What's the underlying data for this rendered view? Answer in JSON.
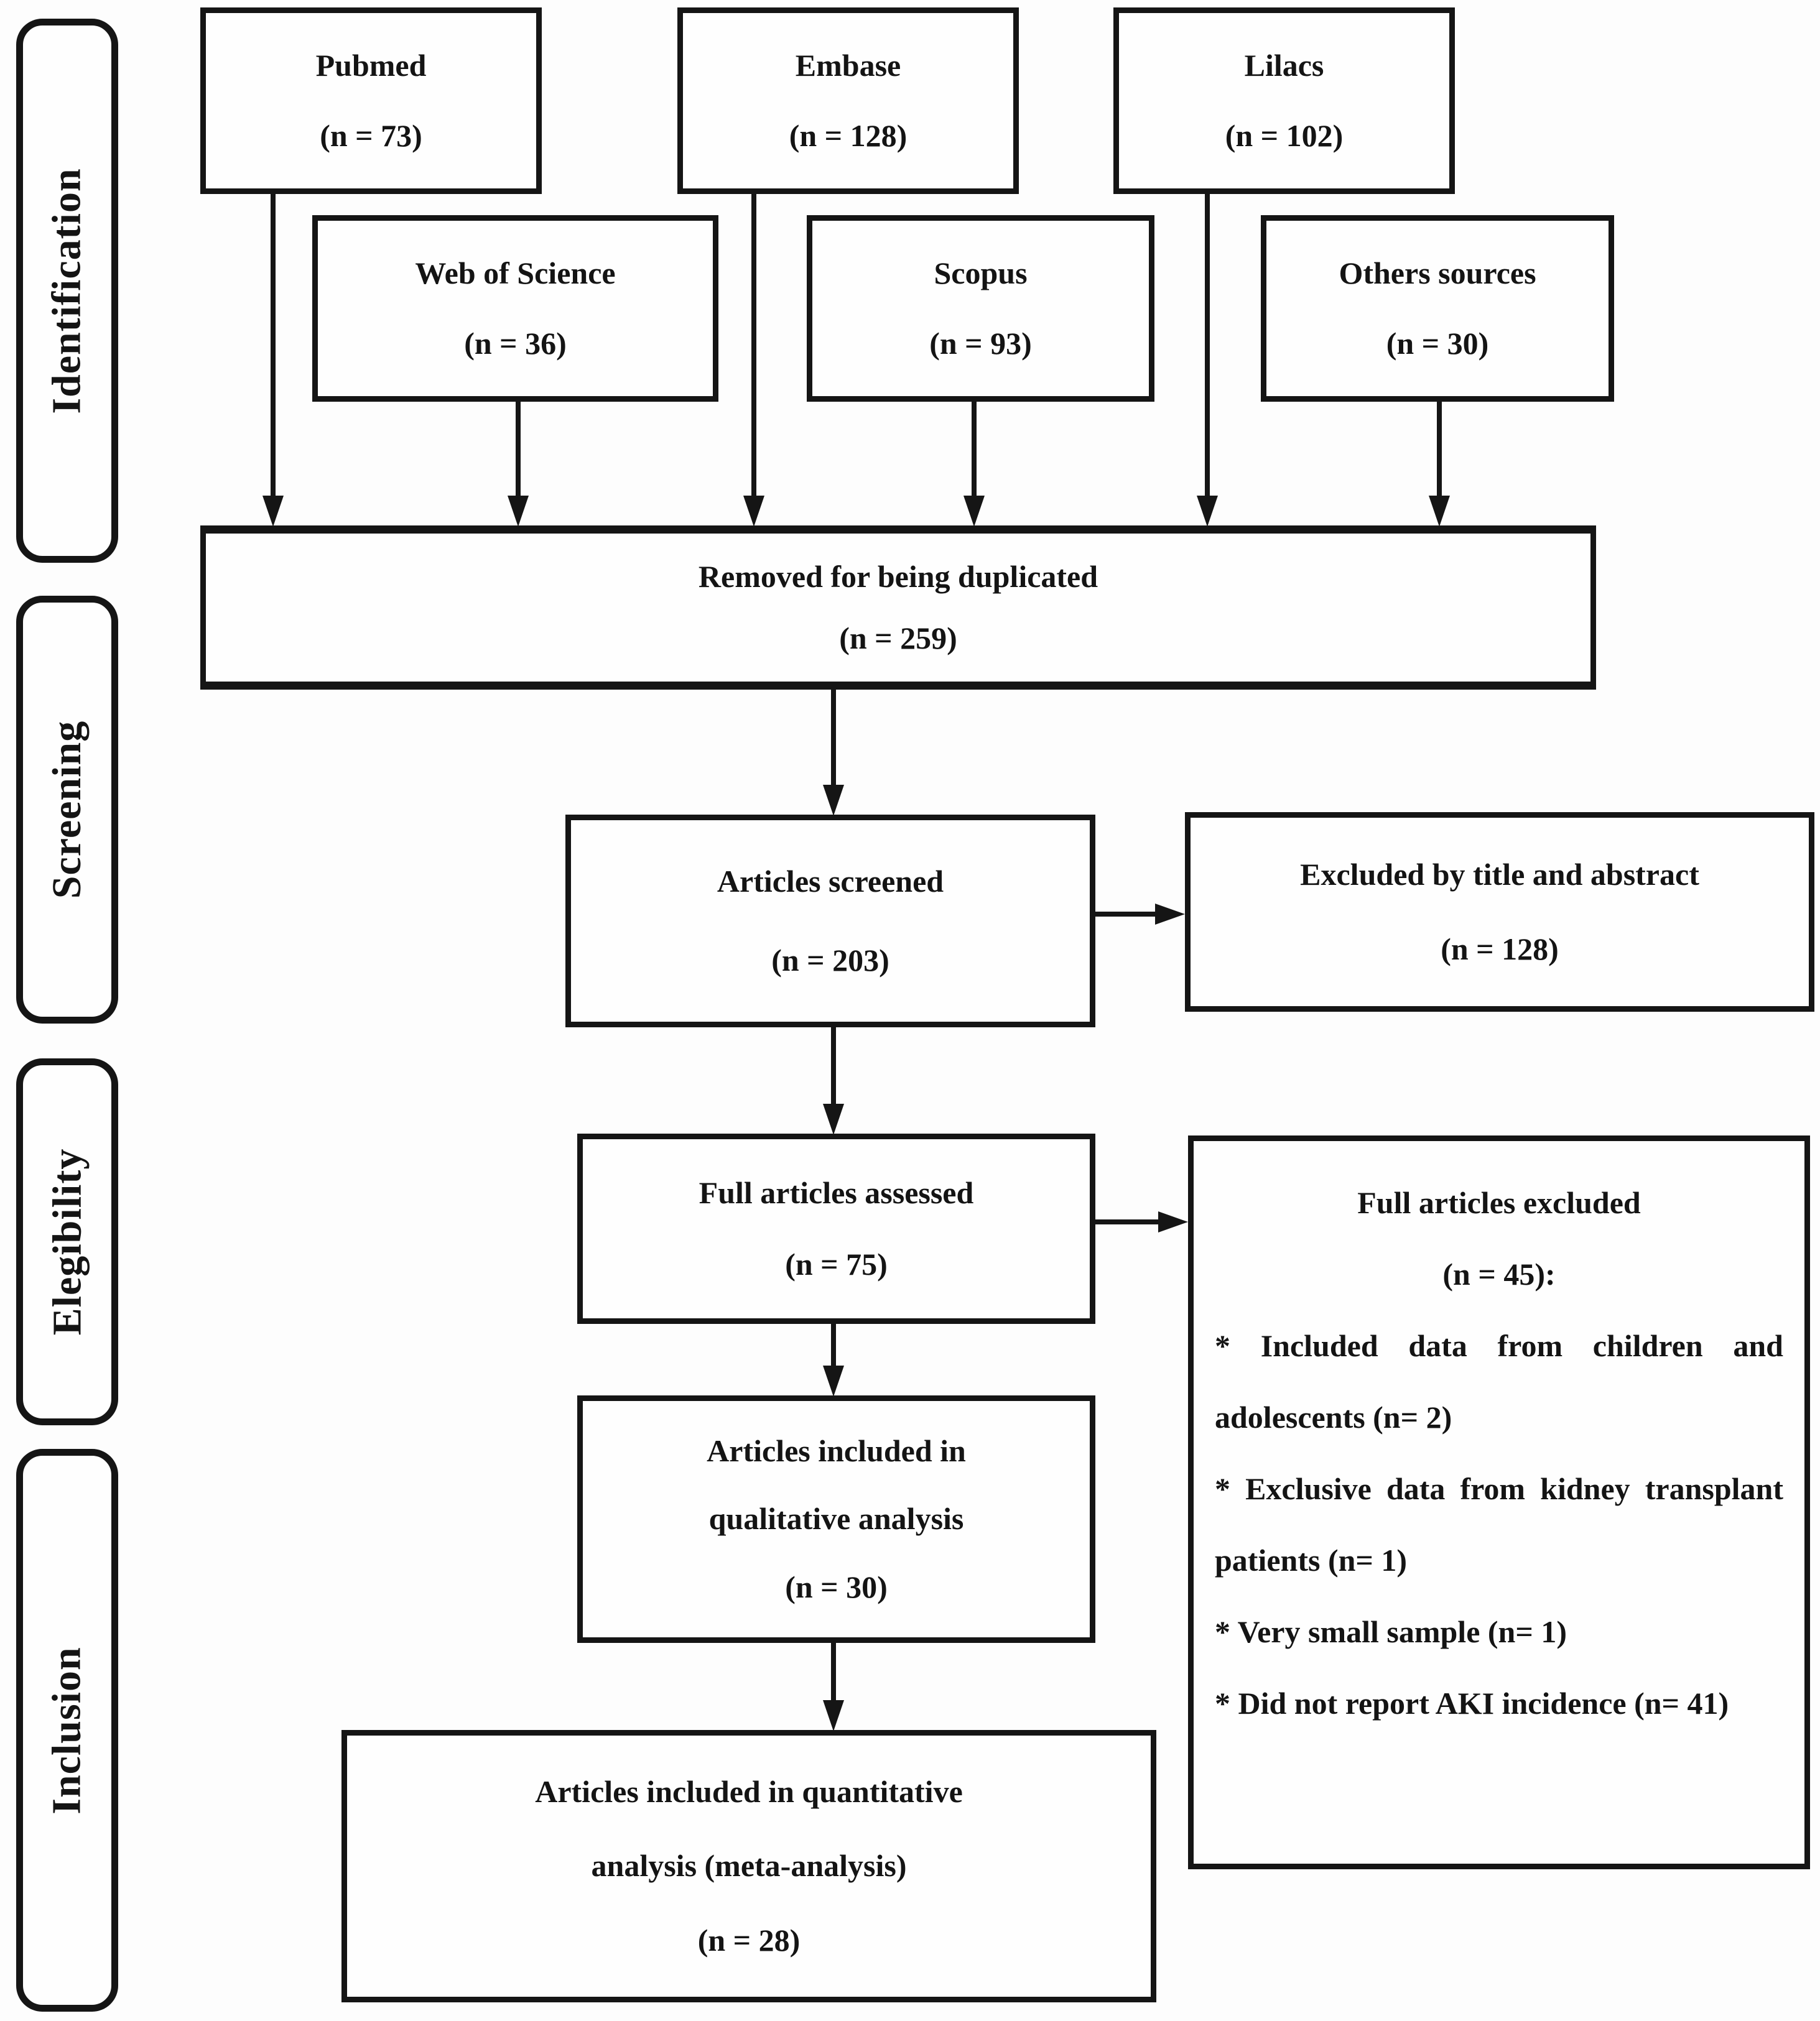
{
  "colors": {
    "ink": "#151515",
    "paper": "#fdfdfd"
  },
  "sidebar": {
    "items": [
      {
        "label": "Identification"
      },
      {
        "label": "Screening"
      },
      {
        "label": "Elegibility"
      },
      {
        "label": "Inclusion"
      }
    ]
  },
  "sources": {
    "row1": [
      {
        "name": "Pubmed",
        "count": "(n = 73)"
      },
      {
        "name": "Embase",
        "count": "(n = 128)"
      },
      {
        "name": "Lilacs",
        "count": "(n = 102)"
      }
    ],
    "row2": [
      {
        "name": "Web of Science",
        "count": "(n = 36)"
      },
      {
        "name": "Scopus",
        "count": "(n = 93)"
      },
      {
        "name": "Others sources",
        "count": "(n = 30)"
      }
    ]
  },
  "flow": {
    "removed": {
      "line1": "Removed for being duplicated",
      "line2": "(n = 259)"
    },
    "screened": {
      "line1": "Articles screened",
      "line2": "(n = 203)"
    },
    "excluded_title_abstract": {
      "line1": "Excluded by title and abstract",
      "line2": "(n = 128)"
    },
    "assessed": {
      "line1": "Full articles assessed",
      "line2": "(n = 75)"
    },
    "full_excluded": {
      "line1": "Full articles excluded",
      "line2": "(n = 45):",
      "bullets": [
        "* Included data from children and adolescents (n= 2)",
        "* Exclusive data from kidney transplant patients (n= 1)",
        "* Very small sample (n= 1)",
        "* Did not report AKI incidence (n= 41)"
      ]
    },
    "qualitative": {
      "line1": "Articles included in",
      "line2": "qualitative analysis",
      "line3": "(n = 30)"
    },
    "quantitative": {
      "line1": "Articles included in quantitative",
      "line2": "analysis (meta-analysis)",
      "line3": "(n = 28)"
    }
  }
}
